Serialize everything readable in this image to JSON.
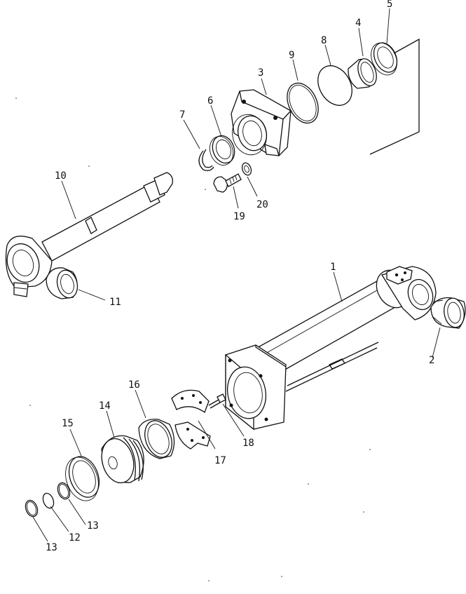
{
  "callouts": [
    {
      "id": "c1",
      "text": "1"
    },
    {
      "id": "c2",
      "text": "2"
    },
    {
      "id": "c3",
      "text": "3"
    },
    {
      "id": "c4",
      "text": "4"
    },
    {
      "id": "c5",
      "text": "5"
    },
    {
      "id": "c6",
      "text": "6"
    },
    {
      "id": "c7",
      "text": "7"
    },
    {
      "id": "c8",
      "text": "8"
    },
    {
      "id": "c9",
      "text": "9"
    },
    {
      "id": "c10",
      "text": "10"
    },
    {
      "id": "c11",
      "text": "11"
    },
    {
      "id": "c12",
      "text": "12"
    },
    {
      "id": "c13a",
      "text": "13"
    },
    {
      "id": "c13b",
      "text": "13"
    },
    {
      "id": "c14",
      "text": "14"
    },
    {
      "id": "c15",
      "text": "15"
    },
    {
      "id": "c16",
      "text": "16"
    },
    {
      "id": "c17",
      "text": "17"
    },
    {
      "id": "c18",
      "text": "18"
    },
    {
      "id": "c19",
      "text": "19"
    },
    {
      "id": "c20",
      "text": "20"
    }
  ]
}
